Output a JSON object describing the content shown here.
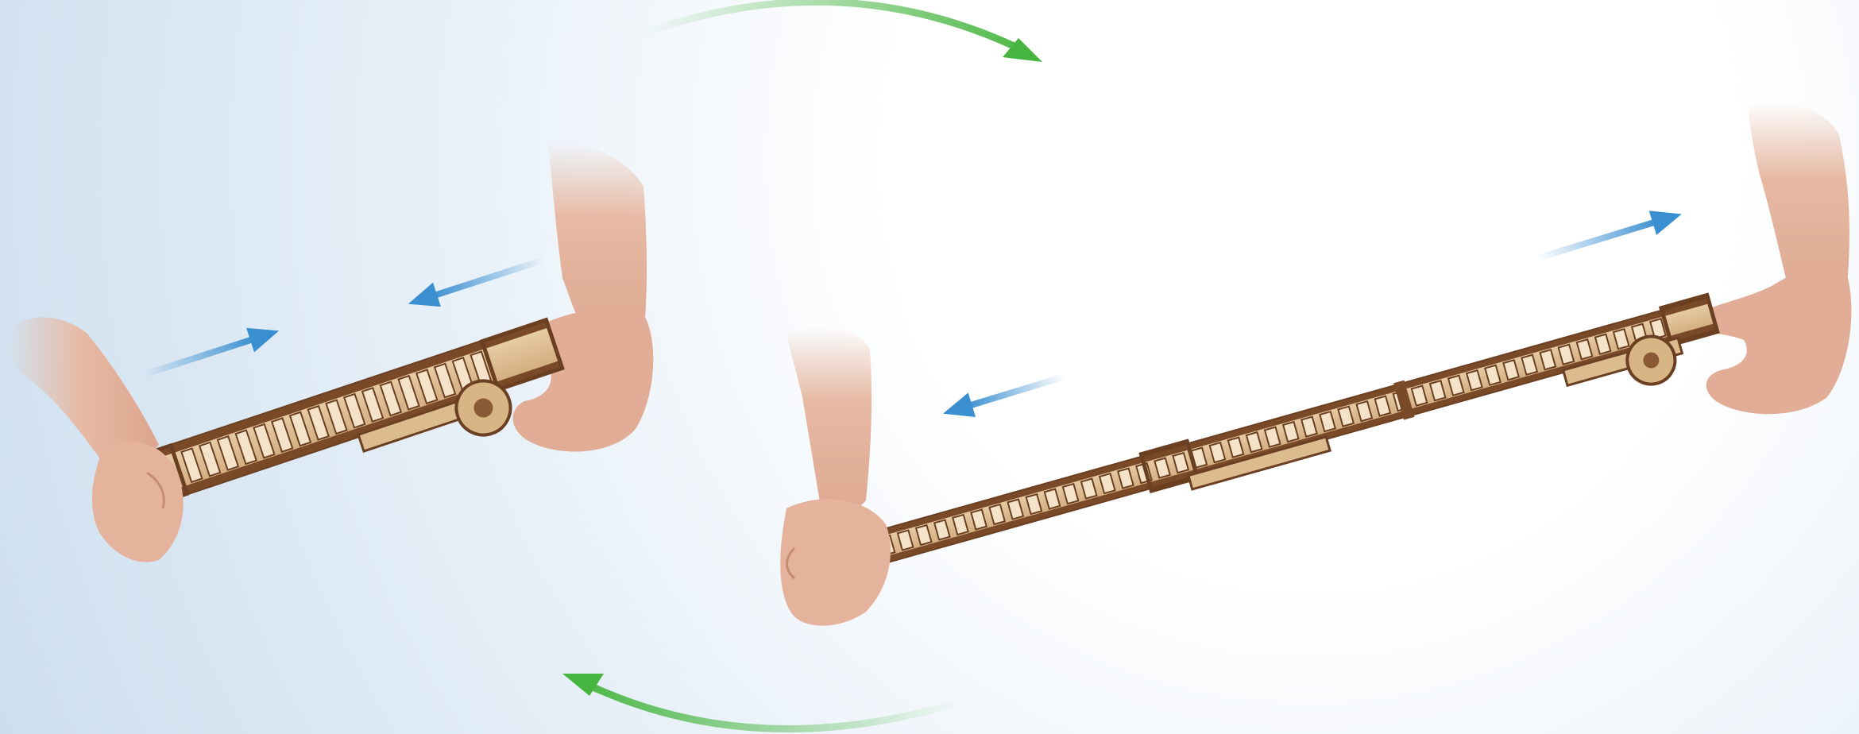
{
  "colors": {
    "background_left": "#c9dced",
    "background_right": "#ffffff",
    "motion_arrow": "#3a8fd0",
    "rotation_arrow": "#46b53f",
    "wood_light": "#d9b98f",
    "wood_dark": "#6b3f22",
    "skin": "#e7b9a3"
  },
  "icons": {
    "rotation_top": "clockwise-arrow-icon",
    "rotation_bottom": "counterclockwise-arrow-icon",
    "push_in": "inward-arrow-icon",
    "pull_out": "outward-arrow-icon"
  },
  "panels": [
    {
      "state": "collapsed",
      "arrows": "pointing-inward"
    },
    {
      "state": "extended",
      "arrows": "pointing-outward"
    }
  ]
}
